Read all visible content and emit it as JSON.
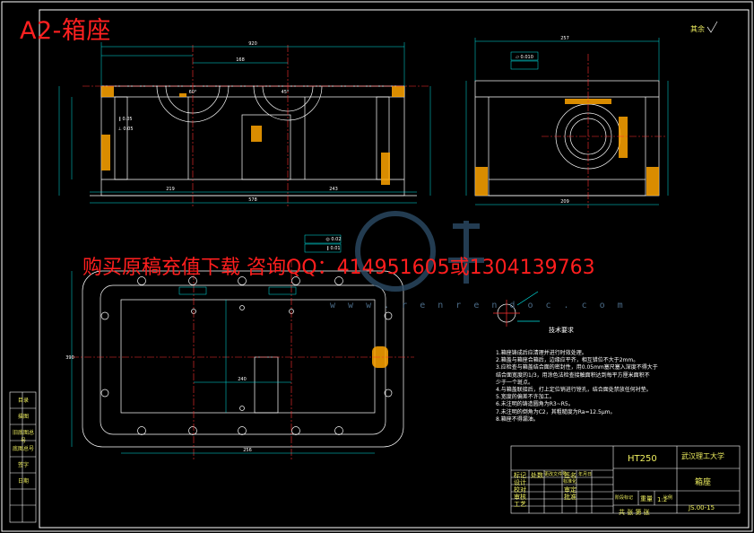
{
  "sheet": {
    "title": "A2-箱座",
    "watermark_text": "购买原稿充值下载 咨询QQ：414951605或1304139763",
    "watermark_url": "w w w . r e n r e n d o c . c o m",
    "colors": {
      "background": "#000000",
      "outline": "#ffffff",
      "centerline": "#ff3030",
      "dimension": "#00e5e5",
      "section": "#ffa500",
      "highlight": "#f0f060",
      "watermark": "#ff1e1e"
    }
  },
  "title_block": {
    "material": "HT250",
    "school": "武汉理工大学",
    "part_name": "箱座",
    "drawing_no": "JS.00-15",
    "scale": "1:2",
    "headers": [
      "标记",
      "处数",
      "更改文件号",
      "签名",
      "年月日"
    ],
    "roles": [
      "设计",
      "校对",
      "审核",
      "工艺"
    ],
    "roles_right": [
      "标准化",
      "审定",
      "批准"
    ],
    "stage_label": "阶段标记",
    "weight_label": "重量",
    "ratio_label": "比例",
    "sheet_label": "共 张 第 张"
  },
  "side_column": [
    "目录",
    "描图",
    "旧底图总号",
    "底图总号",
    "签字",
    "日期"
  ],
  "roughness_note": "其余",
  "tech_requirements": {
    "heading": "技术要求",
    "items": [
      "1.箱座铸成后应清理并进行时效处理。",
      "2.箱盖与箱座合箱后，边缘应平齐，相互错位不大于2mm。",
      "3.应检查与箱盖结合面的密封性，用0.05mm塞尺塞入深度不得大于",
      "  结合面宽度的1/3，用涂色法检查接触面积达到每平方厘米面积不",
      "  少于一个斑点。",
      "4.与箱盖联接后，打上定位销进行镗孔，结合面处禁放任何衬垫。",
      "5.宽度的偏差不许加工。",
      "6.未注明的铸造圆角为R3~R5。",
      "7.未注明的倒角为C2，其粗糙度为Ra=12.5μm。",
      "8.箱座不得漏油。"
    ]
  },
  "dimensions": {
    "front_overall": "920",
    "front_centers": "168",
    "bottom_total": "578",
    "bottom_left": "219",
    "bottom_right": "243",
    "side_overall": "257",
    "side_bottom": "209",
    "plan_width": "390",
    "plan_pitch": "240",
    "plan_inner": "256",
    "angle_a": "60°",
    "angle_b": "45°"
  },
  "tolerance_frames": [
    "∥ 0.05",
    "⊥ 0.05",
    "◎ 0.02",
    "∥ 0.01",
    "▱ 0.010"
  ]
}
